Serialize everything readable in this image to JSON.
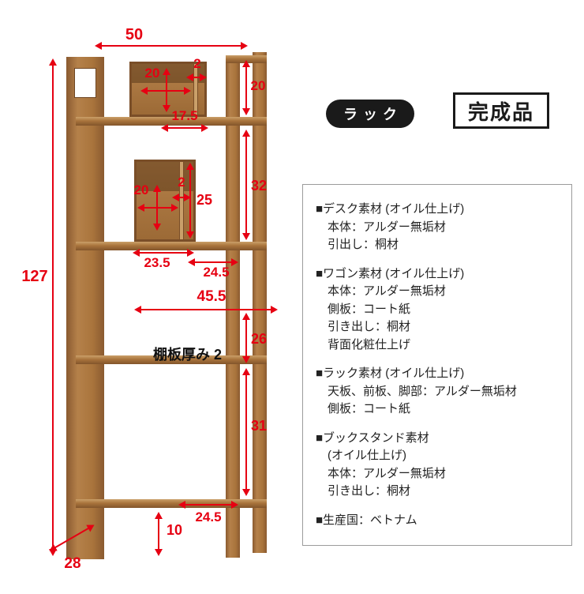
{
  "badges": {
    "rack": "ラック",
    "finished": "完成品"
  },
  "shelf_note": "棚板厚み 2",
  "dims": {
    "top_width": "50",
    "height": "127",
    "depth": "28",
    "bookstand_inner_width": "20",
    "bookstand_divider": "2",
    "top_section_height": "20",
    "bookstand_depth": "17.5",
    "box_inner_width": "20",
    "box_divider": "2",
    "box_inner_height": "25",
    "section2_height": "32",
    "box_width": "23.5",
    "shelf2_depth": "24.5",
    "inner_width": "45.5",
    "section3_height": "26",
    "section4_height": "31",
    "bottom_shelf_depth": "24.5",
    "bottom_clearance": "10"
  },
  "specs": {
    "sections": [
      {
        "title": "■デスク素材 (オイル仕上げ)",
        "lines": [
          "本体：アルダー無垢材",
          "引出し：桐材"
        ]
      },
      {
        "title": "■ワゴン素材 (オイル仕上げ)",
        "lines": [
          "本体：アルダー無垢材",
          "側板：コート紙",
          "引き出し：桐材",
          "背面化粧仕上げ"
        ]
      },
      {
        "title": "■ラック素材 (オイル仕上げ)",
        "lines": [
          "天板、前板、脚部：アルダー無垢材",
          "側板：コート紙"
        ]
      },
      {
        "title": "■ブックスタンド素材",
        "lines": [
          "(オイル仕上げ)",
          "本体：アルダー無垢材",
          "引き出し：桐材"
        ]
      },
      {
        "title": "■生産国：ベトナム",
        "lines": []
      }
    ]
  },
  "colors": {
    "dimension_red": "#e60012",
    "wood_mid": "#a9743c",
    "badge_black": "#1a1a1a"
  }
}
